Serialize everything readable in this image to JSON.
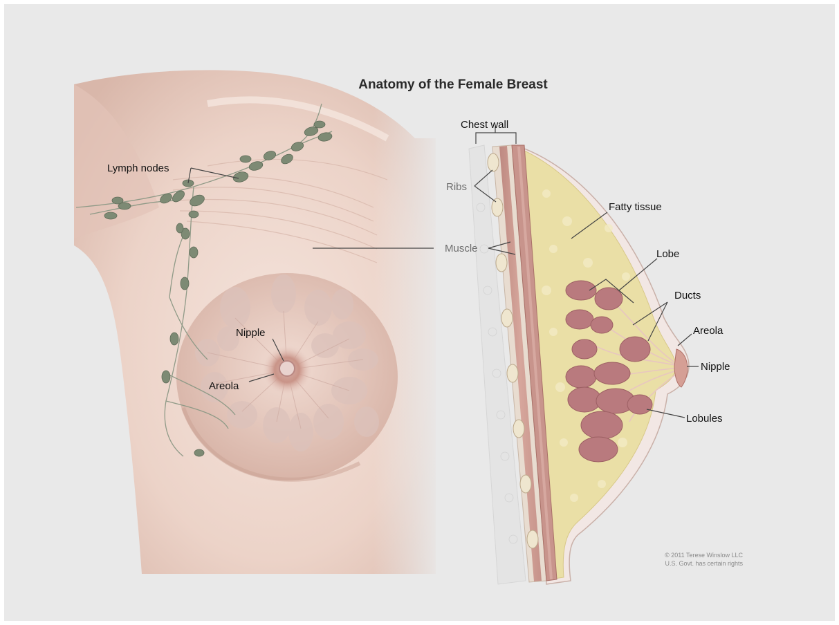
{
  "title": "Anatomy of the Female Breast",
  "labels": {
    "lymph_nodes": "Lymph nodes",
    "nipple_front": "Nipple",
    "areola_front": "Areola",
    "chest_wall": "Chest wall",
    "ribs": "Ribs",
    "muscle": "Muscle",
    "fatty_tissue": "Fatty tissue",
    "lobe": "Lobe",
    "ducts": "Ducts",
    "areola_side": "Areola",
    "nipple_side": "Nipple",
    "lobules": "Lobules"
  },
  "credit": {
    "line1": "© 2011 Terese Winslow LLC",
    "line2": "U.S. Govt. has certain rights"
  },
  "colors": {
    "background": "#e9e9e9",
    "skin": "#efd6cc",
    "skin_shadow": "#dcbcb0",
    "lymph_node": "#7d8a74",
    "fat": "#eadfa6",
    "lobule": "#b97a7e",
    "muscle": "#c8948c"
  }
}
